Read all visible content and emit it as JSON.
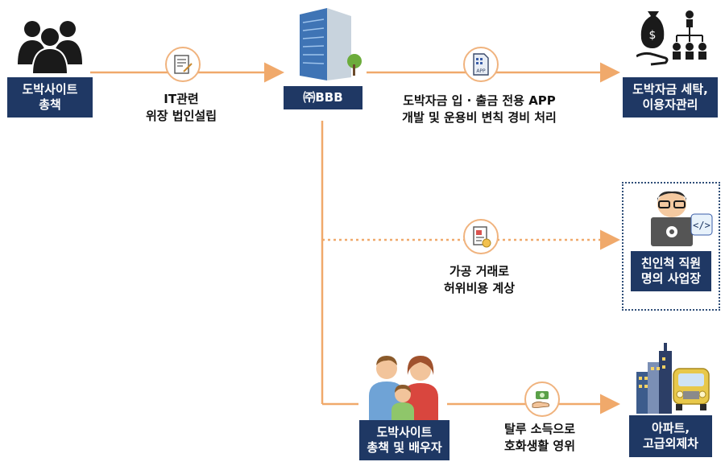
{
  "nodes": {
    "gambling_boss": {
      "line1": "도박사이트",
      "line2": "총책"
    },
    "company": {
      "label": "㈜BBB"
    },
    "laundering": {
      "line1": "도박자금 세탁,",
      "line2": "이용자관리"
    },
    "fake_business": {
      "line1": "친인척 직원",
      "line2": "명의 사업장"
    },
    "boss_spouse": {
      "line1": "도박사이트",
      "line2": "총책 및 배우자"
    },
    "luxury": {
      "line1": "아파트,",
      "line2": "고급외제차"
    }
  },
  "edges": {
    "shell_company": {
      "line1": "IT관련",
      "line2": "위장 법인설립"
    },
    "app_expense": {
      "line1": "도박자금 입 · 출금 전용 APP",
      "line2": "개발 및 운용비 변칙 경비 처리"
    },
    "fake_costs": {
      "line1": "가공 거래로",
      "line2": "허위비용 계상"
    },
    "lavish_life": {
      "line1": "탈루 소득으로",
      "line2": "호화생활 영위"
    }
  },
  "icons": {
    "app_icon_text": "APP"
  },
  "colors": {
    "navy": "#1f3864",
    "arrow": "#f0a96b",
    "circle_border": "#f0b37e",
    "dotted_frame": "#2f4e78"
  }
}
